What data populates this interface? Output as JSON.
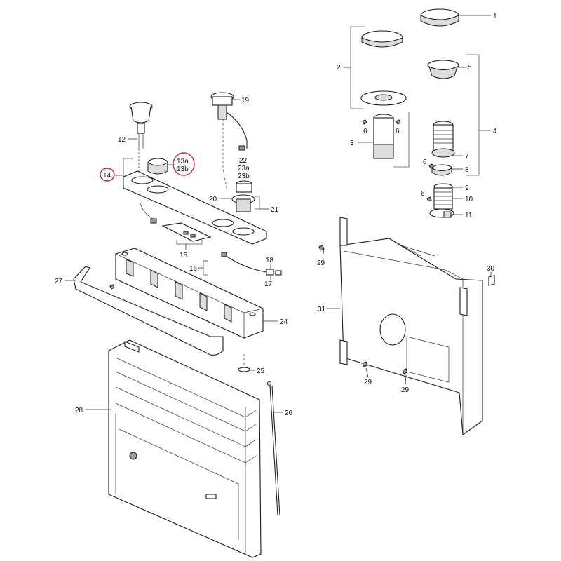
{
  "labels": {
    "n1": "1",
    "n2": "2",
    "n3": "3",
    "n4": "4",
    "n5": "5",
    "n6a": "6",
    "n6b": "6",
    "n6c": "6",
    "n6d": "6",
    "n7": "7",
    "n8": "8",
    "n9": "9",
    "n10": "10",
    "n11": "11",
    "n12": "12",
    "n13a": "13a",
    "n13b": "13b",
    "n14": "14",
    "n15": "15",
    "n16": "16",
    "n17": "17",
    "n18": "18",
    "n19": "19",
    "n20": "20",
    "n21": "21",
    "n22": "22",
    "n23a": "23a",
    "n23b": "23b",
    "n24": "24",
    "n25": "25",
    "n26": "26",
    "n27": "27",
    "n28": "28",
    "n29a": "29",
    "n29b": "29",
    "n29c": "29",
    "n30": "30",
    "n31": "31"
  },
  "highlight_color": "#c8262c"
}
